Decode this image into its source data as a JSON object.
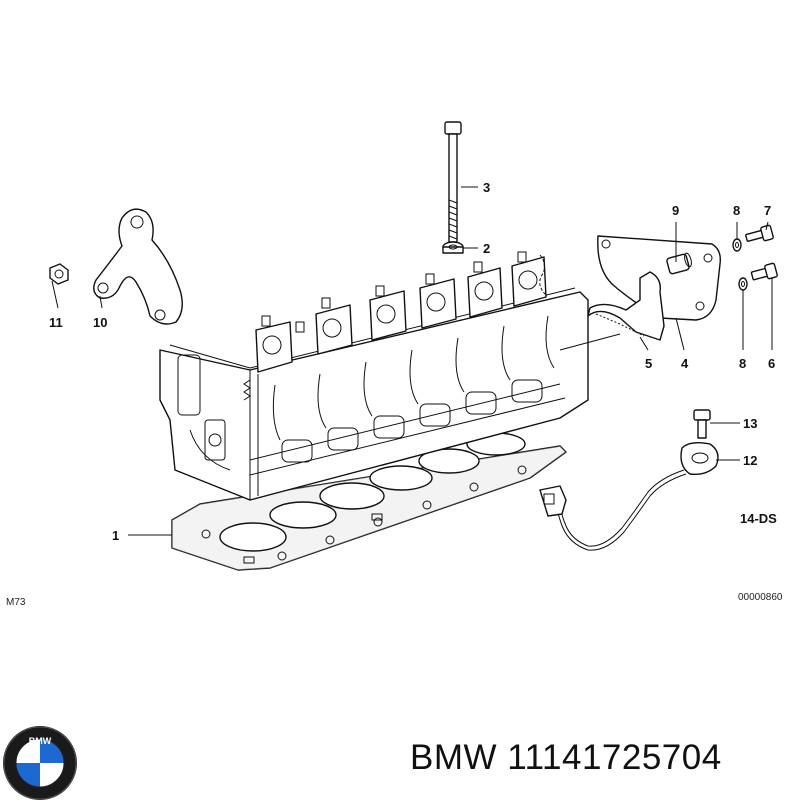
{
  "callouts": {
    "c1": "1",
    "c2": "2",
    "c3": "3",
    "c4": "4",
    "c5": "5",
    "c6": "6",
    "c7": "7",
    "c8a": "8",
    "c8b": "8",
    "c9": "9",
    "c10": "10",
    "c11": "11",
    "c12": "12",
    "c13": "13"
  },
  "labels": {
    "group_code": "14-DS",
    "diagram_code": "M73",
    "diagram_number": "00000860"
  },
  "footer": {
    "brand": "BMW",
    "part_number": "11141725704",
    "logo_letters": "BMW"
  },
  "colors": {
    "line": "#111111",
    "logo_blue": "#1c69d4",
    "logo_ring": "#1a1a1a"
  }
}
